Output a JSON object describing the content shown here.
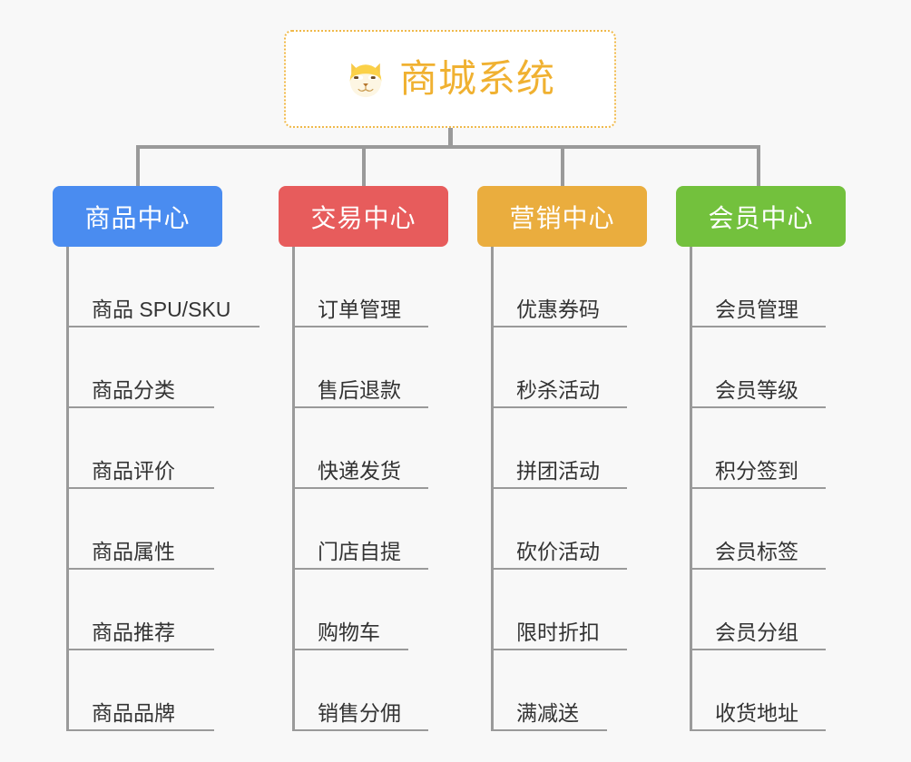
{
  "page": {
    "background_color": "#f8f8f8",
    "line_color": "#9a9a9a"
  },
  "root": {
    "title": "商城系统",
    "icon": "shiba-dog-icon",
    "text_color": "#f0b131",
    "border_color": "#f0b94a",
    "background_color": "#ffffff"
  },
  "branches": [
    {
      "label": "商品中心",
      "color": "#4a8cf0",
      "leaves": [
        "商品 SPU/SKU",
        "商品分类",
        "商品评价",
        "商品属性",
        "商品推荐",
        "商品品牌"
      ]
    },
    {
      "label": "交易中心",
      "color": "#e75c5c",
      "leaves": [
        "订单管理",
        "售后退款",
        "快递发货",
        "门店自提",
        "购物车",
        "销售分佣"
      ]
    },
    {
      "label": "营销中心",
      "color": "#eaad3e",
      "leaves": [
        "优惠券码",
        "秒杀活动",
        "拼团活动",
        "砍价活动",
        "限时折扣",
        "满减送"
      ]
    },
    {
      "label": "会员中心",
      "color": "#73c13d",
      "leaves": [
        "会员管理",
        "会员等级",
        "积分签到",
        "会员标签",
        "会员分组",
        "收货地址"
      ]
    }
  ]
}
